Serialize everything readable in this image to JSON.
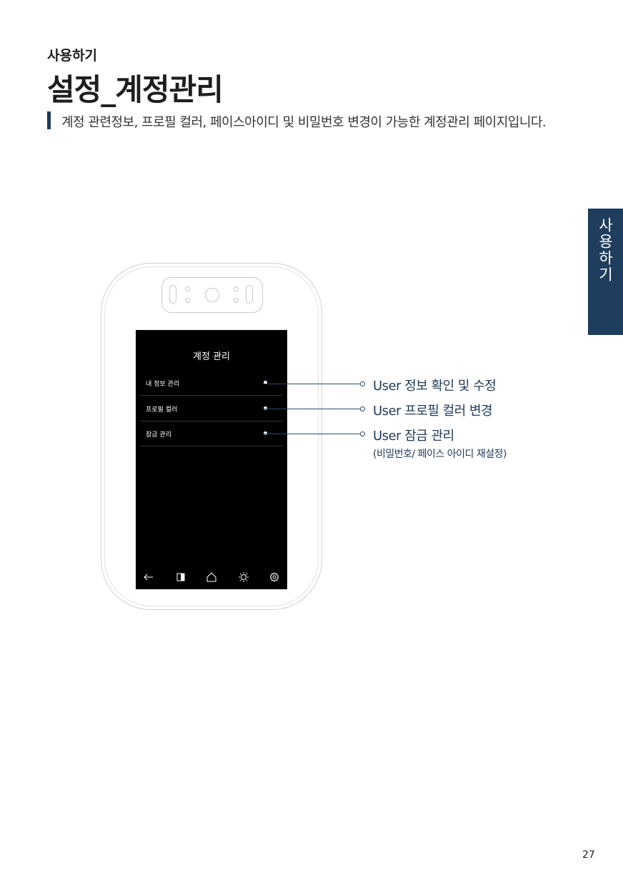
{
  "header": {
    "section_label": "사용하기",
    "title": "설정_계정관리",
    "description": "계정 관련정보, 프로필 컬러, 페이스아이디 및 비밀번호 변경이 가능한 계정관리 페이지입니다."
  },
  "side_tab": {
    "label": "사용하기"
  },
  "device": {
    "screen_title": "계정 관리",
    "menu_items": [
      {
        "label": "내 정보 관리"
      },
      {
        "label": "프로필 컬러"
      },
      {
        "label": "잠금 관리"
      }
    ],
    "nav_icons": [
      "back-arrow-icon",
      "half-square-icon",
      "home-icon",
      "brightness-icon",
      "settings-gear-icon"
    ]
  },
  "callouts": [
    {
      "text": "User 정보 확인 및 수정"
    },
    {
      "text": "User 프로필 컬러 변경"
    },
    {
      "text": "User 잠금 관리",
      "sub": "(비밀번호/ 페이스 아이디 재설정)"
    }
  ],
  "page_number": "27",
  "colors": {
    "accent": "#1f3d5c",
    "screen": "#000000"
  }
}
